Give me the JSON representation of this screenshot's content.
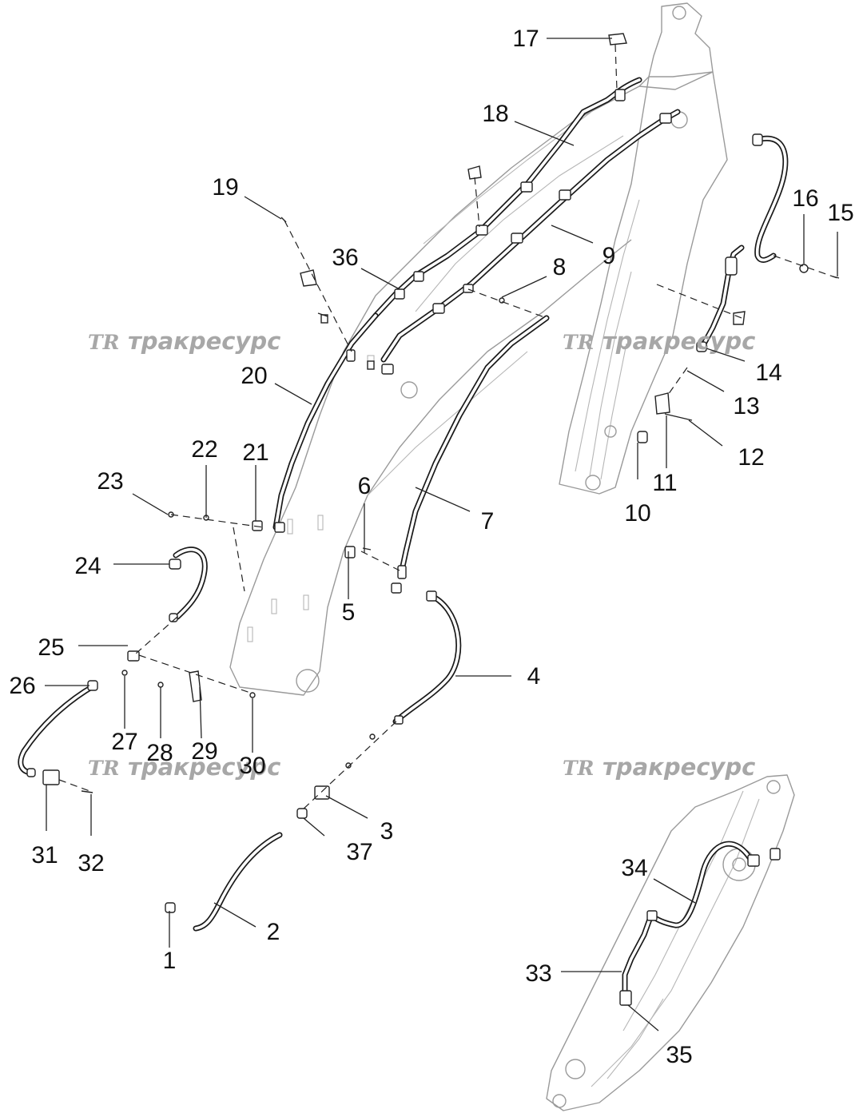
{
  "watermark": {
    "logo": "TR",
    "text": "тракресурс",
    "color": "#a7a7a7"
  },
  "callouts": {
    "c1": "1",
    "c2": "2",
    "c3": "3",
    "c4": "4",
    "c5": "5",
    "c6": "6",
    "c7": "7",
    "c8": "8",
    "c9": "9",
    "c10": "10",
    "c11": "11",
    "c12": "12",
    "c13": "13",
    "c14": "14",
    "c15": "15",
    "c16": "16",
    "c17": "17",
    "c18": "18",
    "c19": "19",
    "c20": "20",
    "c21": "21",
    "c22": "22",
    "c23": "23",
    "c24": "24",
    "c25": "25",
    "c26": "26",
    "c27": "27",
    "c28": "28",
    "c29": "29",
    "c30": "30",
    "c31": "31",
    "c32": "32",
    "c33": "33",
    "c34": "34",
    "c35": "35",
    "c36": "36",
    "c37": "37"
  }
}
